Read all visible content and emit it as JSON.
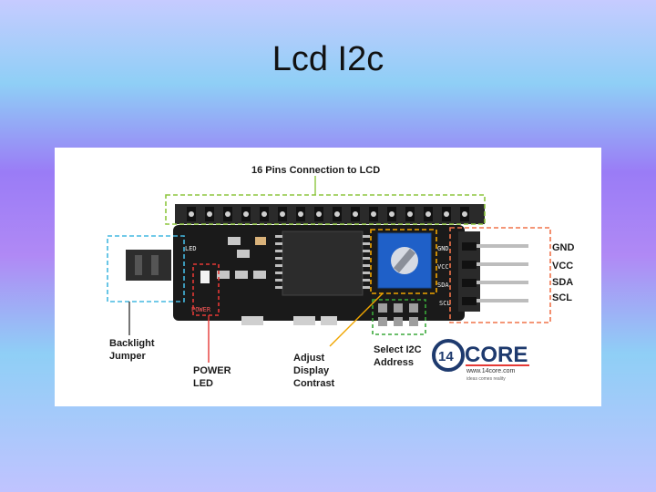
{
  "slide": {
    "title": "Lcd I2c"
  },
  "labels": {
    "pins16": "16 Pins Connection to LCD",
    "backlight_line1": "Backlight",
    "backlight_line2": "Jumper",
    "power_line1": "POWER",
    "power_line2": "LED",
    "adjust_line1": "Adjust",
    "adjust_line2": "Display",
    "adjust_line3": "Contrast",
    "select_line1": "Select I2C",
    "select_line2": "Address"
  },
  "pins": [
    "GND",
    "VCC",
    "SDA",
    "SCL"
  ],
  "board_silk": {
    "led": "LED",
    "power": "POWER",
    "gnd": "GND",
    "vcc": "VCC",
    "sda": "SDA",
    "scl": "SCL"
  },
  "logo": {
    "number": "14",
    "word": "CORE",
    "url": "www.14core.com",
    "tagline": "ideas comes reality"
  },
  "colors": {
    "pins_box": "#8dc63f",
    "jumper_box": "#44b8e0",
    "power_box": "#e53935",
    "pot_box": "#f0a500",
    "pinout_box": "#f0734a",
    "address_box": "#3aa83a"
  }
}
